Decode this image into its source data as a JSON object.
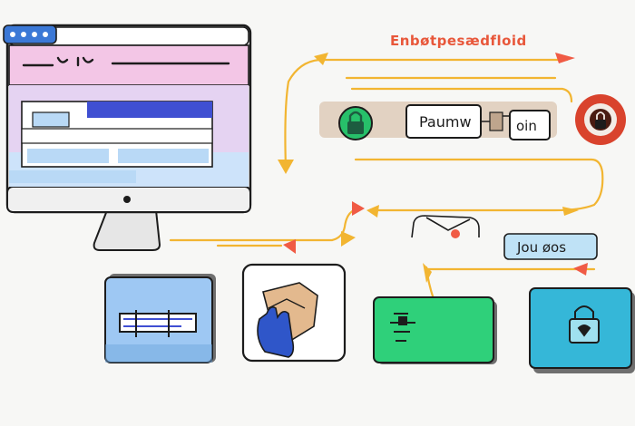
{
  "header_text": "Enbøtpesædfloid",
  "password_box_label": "Paumw",
  "login_box_label": "oin",
  "side_tag_label": "Jou øos",
  "browser_tokens": [
    "—",
    "'u'",
    "—"
  ],
  "colors": {
    "background": "#f7f7f5",
    "outline": "#1c1c1c",
    "pink_banner": "#f3c6e6",
    "blue_bar": "#3f4fd2",
    "light_blue": "#b9d9f6",
    "lock_green": "#27c06a",
    "card_blue": "#9ec8f3",
    "card_green": "#2fd07a",
    "card_teal": "#35b7d8",
    "glove_blue": "#2f56c9",
    "box_tan": "#e3b98e",
    "connector_yellow": "#f2b531",
    "arrow_red": "#f05b45",
    "header_red": "#e8573a",
    "red_lock_circle": "#d9432d"
  },
  "icons": [
    "browser-dots-icon",
    "green-lock-icon",
    "red-lock-icon",
    "monitor-icon",
    "envelope-icon",
    "glove-hand-icon",
    "padlock-icon",
    "arrow-icon"
  ]
}
